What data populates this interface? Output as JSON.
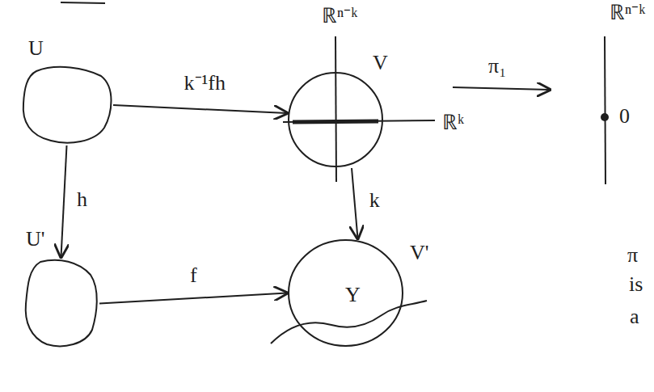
{
  "diagram": {
    "nodes": [
      {
        "text": [
          "U"
        ]
      },
      {
        "text": [
          "V"
        ]
      },
      {
        "text": [
          "U'"
        ]
      },
      {
        "text": [
          "V'",
          "Y"
        ]
      }
    ],
    "edges": [
      {
        "from": 0,
        "to": 1,
        "arrow": "to",
        "label": "k⁻¹fh"
      },
      {
        "from": 0,
        "to": 2,
        "arrow": "to",
        "label": "h"
      },
      {
        "from": 2,
        "to": 3,
        "arrow": "to",
        "label": "f"
      },
      {
        "from": 1,
        "to": 3,
        "arrow": "to",
        "label": "k"
      }
    ],
    "labels": [
      "ℝⁿ⁻ᵏ",
      "ℝᵏ",
      "π₁",
      "ℝⁿ⁻ᵏ",
      "0",
      "π",
      "is",
      "a"
    ]
  }
}
